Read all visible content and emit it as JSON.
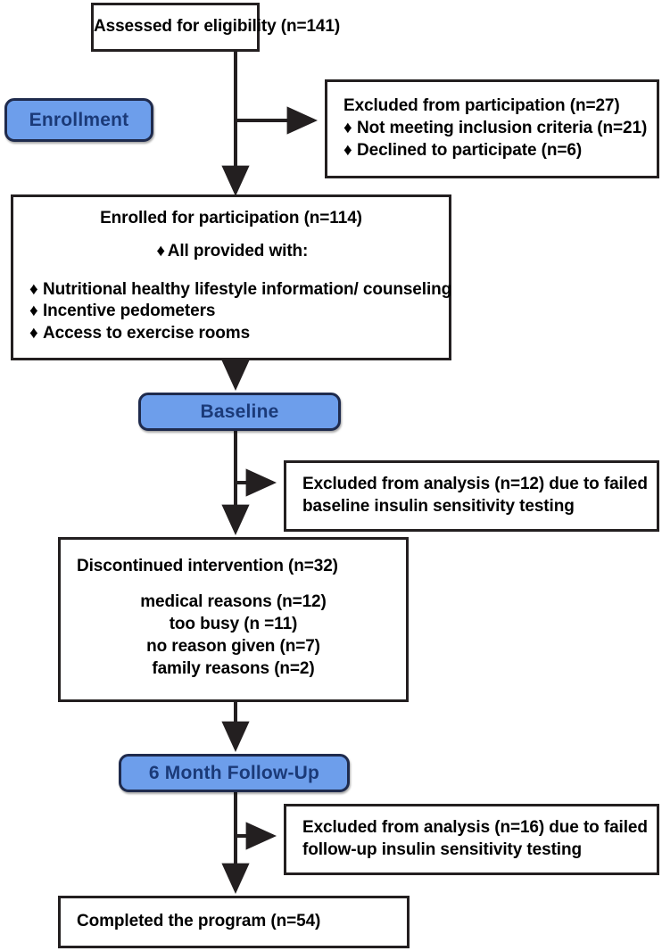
{
  "diagram": {
    "title": "CONSORT participant flow diagram",
    "accent_blue": "#6d9eeb",
    "accent_blue_text": "#1b3a78",
    "border_color": "#231f20"
  },
  "phases": {
    "enrollment": "Enrollment",
    "baseline": "Baseline",
    "followup": "6 Month Follow-Up"
  },
  "nodes": {
    "assessed": {
      "line1": "Assessed for eligibility (n=141)"
    },
    "excluded_participation": {
      "line1": "Excluded from participation (n=27)",
      "bullet1": "Not meeting inclusion criteria (n=21)",
      "bullet2": "Declined to participate (n=6)"
    },
    "enrolled": {
      "line1": "Enrolled for participation (n=114)",
      "line2": "All provided with:",
      "bullet1": "Nutritional healthy lifestyle information/ counseling",
      "bullet2": "Incentive pedometers",
      "bullet3": "Access to exercise rooms"
    },
    "excluded_baseline": {
      "line1": "Excluded from analysis (n=12) due to failed",
      "line2": "baseline insulin sensitivity testing"
    },
    "discontinued": {
      "line1": "Discontinued intervention (n=32)",
      "reason1": "medical reasons (n=12)",
      "reason2": "too busy (n =11)",
      "reason3": "no reason given (n=7)",
      "reason4": "family reasons (n=2)"
    },
    "excluded_followup": {
      "line1": "Excluded from analysis (n=16) due to failed",
      "line2": "follow-up insulin sensitivity testing"
    },
    "completed": {
      "line1": "Completed the program (n=54)"
    }
  },
  "glyphs": {
    "bullet": "♦"
  },
  "chart_data": {
    "type": "diagram",
    "title": "CONSORT participant flow diagram",
    "stages": [
      {
        "id": "assessed",
        "label": "Assessed for eligibility",
        "n": 141
      },
      {
        "id": "excluded_participation",
        "label": "Excluded from participation",
        "n": 27,
        "breakdown": [
          {
            "label": "Not meeting inclusion criteria",
            "n": 21
          },
          {
            "label": "Declined to participate",
            "n": 6
          }
        ]
      },
      {
        "id": "enrolled",
        "label": "Enrolled for participation",
        "n": 114,
        "provided": [
          "Nutritional healthy lifestyle information/ counseling",
          "Incentive pedometers",
          "Access to exercise rooms"
        ]
      },
      {
        "id": "excluded_baseline",
        "label": "Excluded from analysis due to failed baseline insulin sensitivity testing",
        "n": 12
      },
      {
        "id": "discontinued",
        "label": "Discontinued intervention",
        "n": 32,
        "breakdown": [
          {
            "label": "medical reasons",
            "n": 12
          },
          {
            "label": "too busy",
            "n": 11
          },
          {
            "label": "no reason given",
            "n": 7
          },
          {
            "label": "family reasons",
            "n": 2
          }
        ]
      },
      {
        "id": "excluded_followup",
        "label": "Excluded from analysis due to failed follow-up insulin sensitivity testing",
        "n": 16
      },
      {
        "id": "completed",
        "label": "Completed the program",
        "n": 54
      }
    ],
    "phase_bands": [
      "Enrollment",
      "Baseline",
      "6 Month Follow-Up"
    ]
  }
}
